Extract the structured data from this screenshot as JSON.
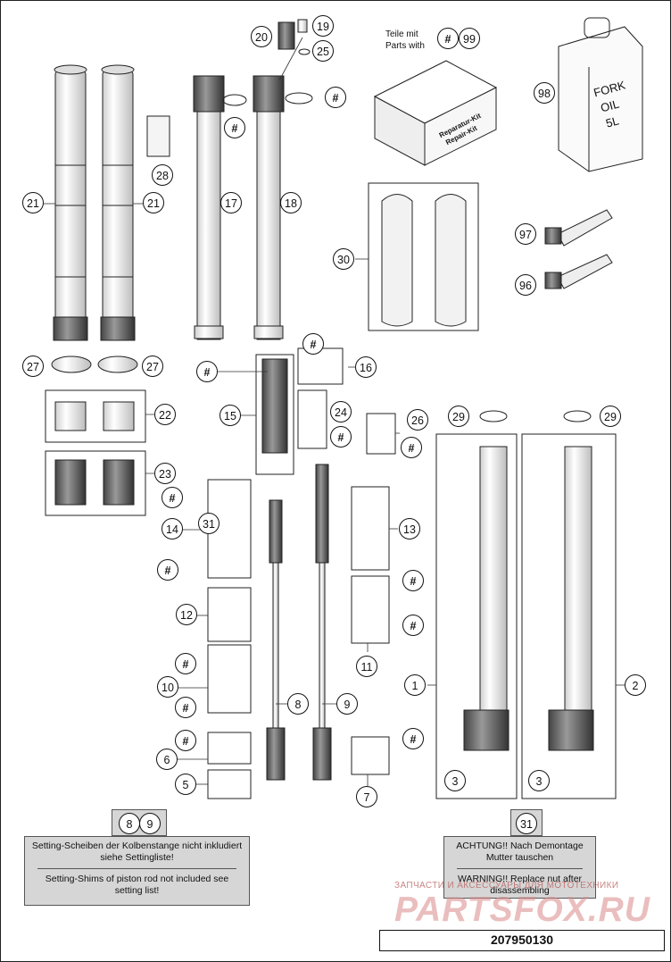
{
  "diagram": {
    "document_number": "207950130",
    "kit_label_de": "Teile mit",
    "kit_label_en": "Parts with",
    "kit_ref": "#",
    "kit_num": "99",
    "repair_kit_label_1": "Reparatur-Kit",
    "repair_kit_label_2": "Repair-Kit",
    "oil_can_label_1": "FORK",
    "oil_can_label_2": "OIL",
    "oil_can_label_3": "5L",
    "note_left_refs": [
      "8",
      "9"
    ],
    "note_left_de": "Setting-Scheiben der Kolbenstange nicht inkludiert siehe Settingliste!",
    "note_left_en": "Setting-Shims of piston rod not included see setting list!",
    "note_right_ref": "31",
    "note_right_de": "ACHTUNG!! Nach Demontage Mutter tauschen",
    "note_right_en": "WARNING!! Replace nut after disassembling",
    "watermark_ru": "ЗАПЧАСТИ И АКСЕССУАРЫ ДЛЯ МОТОТЕХНИКИ",
    "watermark_brand": "PARTSFOX.RU",
    "callouts": [
      "20",
      "19",
      "25",
      "#",
      "21",
      "21",
      "28",
      "17",
      "18",
      "#",
      "#",
      "98",
      "97",
      "96",
      "30",
      "27",
      "27",
      "#",
      "16",
      "22",
      "15",
      "24",
      "#",
      "26",
      "#",
      "29",
      "29",
      "23",
      "#",
      "14",
      "31",
      "#",
      "13",
      "#",
      "#",
      "12",
      "11",
      "#",
      "10",
      "#",
      "8",
      "9",
      "1",
      "2",
      "#",
      "6",
      "#",
      "5",
      "7",
      "3",
      "3"
    ]
  }
}
